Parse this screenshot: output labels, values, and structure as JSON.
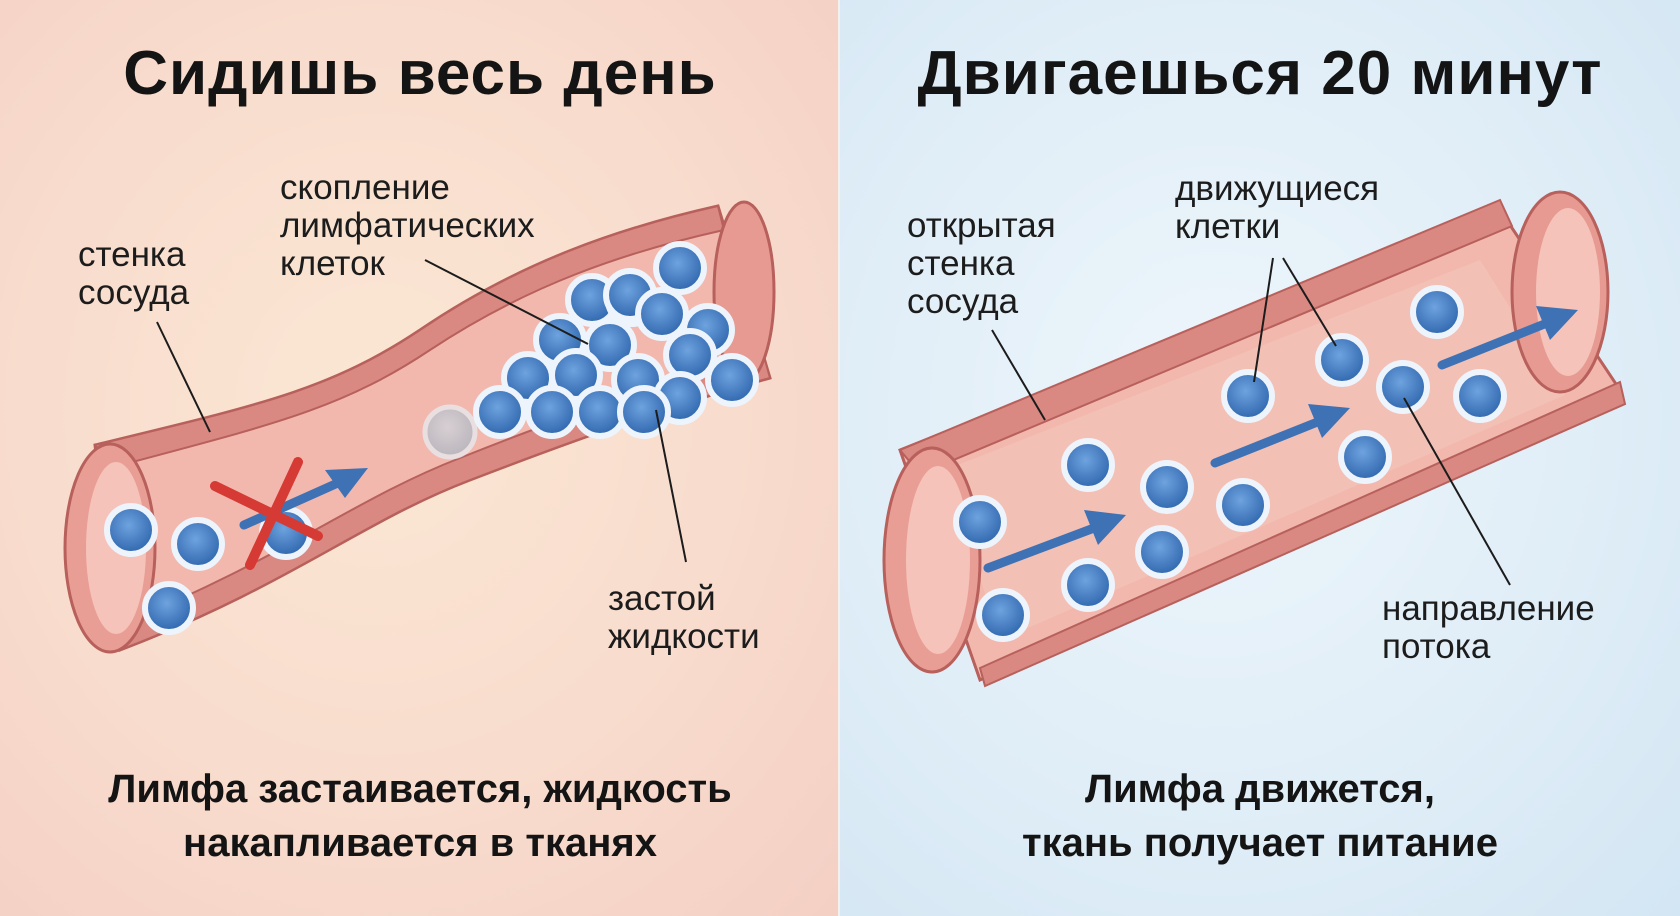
{
  "left": {
    "title": "Сидишь весь день",
    "labels": {
      "vessel_wall": [
        "стенка",
        "сосуда"
      ],
      "cell_cluster": [
        "скопление",
        "лимфатических",
        "клеток"
      ],
      "stagnation": [
        "застой",
        "жидкости"
      ]
    },
    "caption": [
      "Лимфа застаивается, жидкость",
      "накапливается в тканях"
    ]
  },
  "right": {
    "title": "Двигаешься 20 минут",
    "labels": {
      "open_wall": [
        "открытая",
        "стенка",
        "сосуда"
      ],
      "moving_cells": [
        "движущиеся",
        "клетки"
      ],
      "flow_direction": [
        "направление",
        "потока"
      ]
    },
    "caption": [
      "Лимфа движется,",
      "ткань получает питание"
    ]
  },
  "colors": {
    "vessel_wall": "#d98882",
    "vessel_inner": "#f0b1a8",
    "cell_core": "#3e79c0",
    "cell_ring": "#eef4fb",
    "arrow": "#3e72b5",
    "blocked_cross": "#d63a34"
  }
}
